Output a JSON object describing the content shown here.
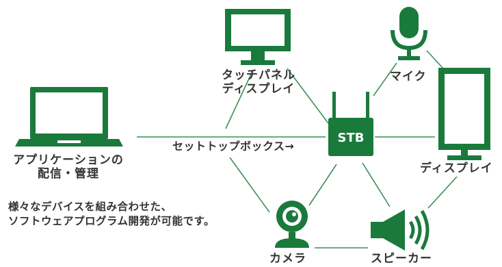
{
  "labels": {
    "touch_panel": [
      "タッチパネル",
      "ディスプレイ"
    ],
    "mic": "マイク",
    "display": "ディスプレイ",
    "app": [
      "アプリケーションの",
      "配信・管理"
    ],
    "stb_box": "STB",
    "settop_caption": "セットトップボックス→",
    "camera": "カメラ",
    "speaker": "スピーカー",
    "description": [
      "様々なデバイスを組み合わせた、",
      "ソフトウェアプログラム開発が可能です。"
    ]
  },
  "icons": [
    "laptop-icon",
    "monitor-icon",
    "microphone-icon",
    "vertical-display-icon",
    "router-icon",
    "webcam-icon",
    "speaker-icon"
  ],
  "colors": {
    "brand_green": "#1a7a3c",
    "line_green": "#3a8f54",
    "text": "#333333",
    "white": "#ffffff"
  }
}
